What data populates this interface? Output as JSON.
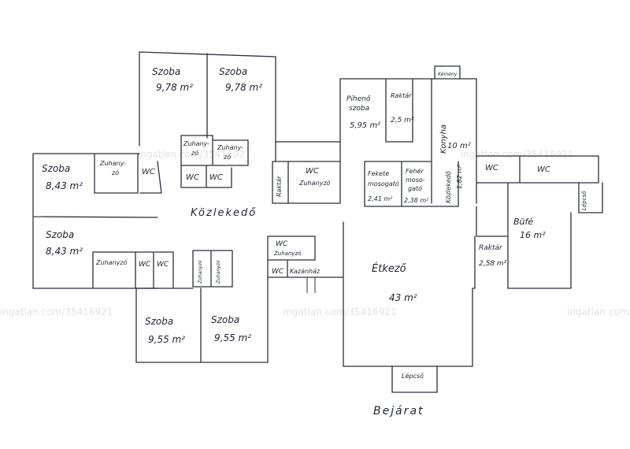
{
  "watermark": "ingatlan.com/35416921",
  "rooms": {
    "szoba_top_left": {
      "name": "Szoba",
      "area": "9,78 m²"
    },
    "szoba_top_right": {
      "name": "Szoba",
      "area": "9,78 m²"
    },
    "szoba_left_upper": {
      "name": "Szoba",
      "area": "8,43 m²"
    },
    "szoba_left_lower": {
      "name": "Szoba",
      "area": "8,43 m²"
    },
    "szoba_bottom_left": {
      "name": "Szoba",
      "area": "9,55 m²"
    },
    "szoba_bottom_right": {
      "name": "Szoba",
      "area": "9,55 m²"
    },
    "piheno": {
      "name": "Pihenő szoba",
      "name_line1": "Pihenő",
      "name_line2": "szoba",
      "area": "5,95 m²"
    },
    "raktar_top": {
      "name": "Raktár",
      "area": "2,5 m²"
    },
    "konyha": {
      "name": "Konyha",
      "area": "10 m²"
    },
    "kozlekedo_small": {
      "name": "Közlekedő",
      "area": "1,82 m²"
    },
    "fekete_mosogato": {
      "line1": "Fekete",
      "line2": "mosogató",
      "area": "2,41 m²"
    },
    "feher_mosogato": {
      "line1": "Fehér",
      "line2": "moso-",
      "line3": "gató",
      "area": "2,38 m²"
    },
    "kozlekedo_main": {
      "name": "Közlekedő"
    },
    "etkezo": {
      "name": "Étkező",
      "area": "43 m²"
    },
    "bufe": {
      "name": "Büfé",
      "area": "16 m²"
    },
    "raktar_right": {
      "name": "Raktár",
      "area": "2,58 m²"
    },
    "lepcso_bottom": {
      "name": "Lépcső"
    },
    "lepcso_right": {
      "name": "Lépcső"
    },
    "kemeny": {
      "name": "Kémény"
    },
    "kazanhaz": {
      "name": "Kazánház"
    },
    "raktar_small_left": {
      "name": "Raktár"
    }
  },
  "fixtures": {
    "wc": "WC",
    "zuhanyzo": "Zuhanyzó",
    "zuhanyzo_split1": "Zuhany-",
    "zuhanyzo_split2": "zó"
  },
  "entrance": {
    "label": "Bejárat"
  }
}
